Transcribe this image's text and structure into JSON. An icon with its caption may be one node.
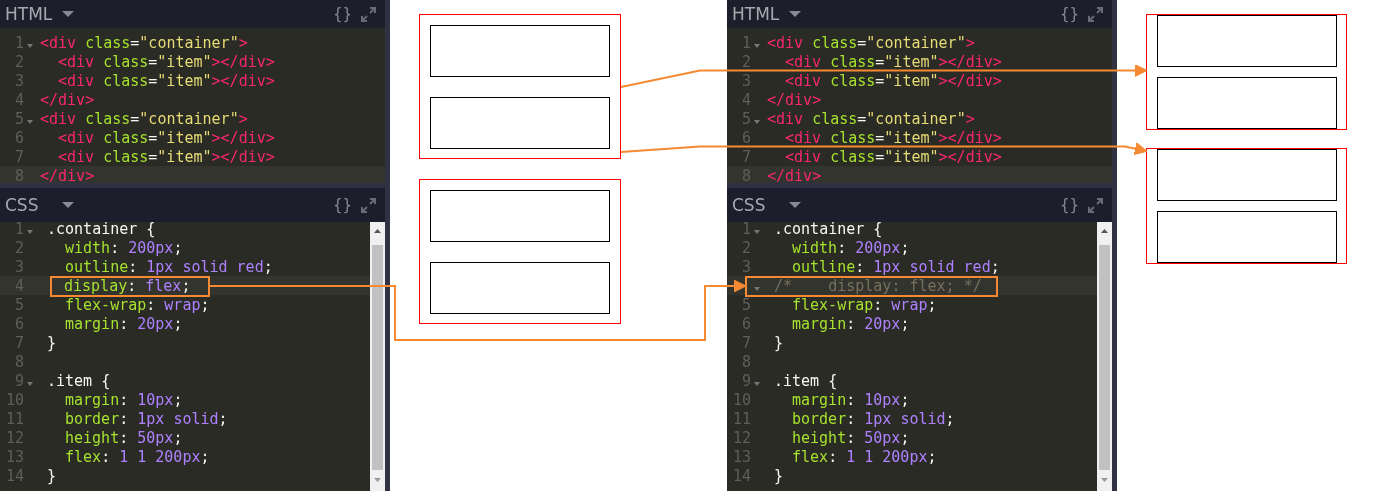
{
  "diagram": {
    "nodes": [
      {
        "text": [
          "display: flex;"
        ]
      },
      {
        "text": [],
        "shape": "box"
      },
      {
        "text": [],
        "shape": "box",
        "in": 1
      },
      {
        "text": [],
        "shape": "box",
        "in": 1
      },
      {
        "text": [],
        "shape": "box"
      },
      {
        "text": [],
        "shape": "box",
        "in": 4
      },
      {
        "text": [],
        "shape": "box",
        "in": 4
      },
      {
        "text": [
          "/*    display: flex; */"
        ]
      },
      {
        "text": [],
        "shape": "box"
      },
      {
        "text": [],
        "shape": "box",
        "in": 8
      },
      {
        "text": [],
        "shape": "box",
        "in": 8
      },
      {
        "text": [],
        "shape": "box"
      },
      {
        "text": [],
        "shape": "box",
        "in": 11
      },
      {
        "text": [],
        "shape": "box",
        "in": 11
      }
    ],
    "edges": [
      {
        "from": 0,
        "to": 7,
        "arrow": "to"
      },
      {
        "from": 1,
        "to": 8,
        "arrow": "to"
      },
      {
        "from": 1,
        "to": 11,
        "arrow": "to"
      }
    ],
    "labels": [
      "HTML",
      "{}",
      "1",
      "<div class=\"container\">",
      "2",
      "<div class=\"item\"></div>",
      "3",
      "<div class=\"item\"></div>",
      "4",
      "</div>",
      "5",
      "<div class=\"container\">",
      "6",
      "<div class=\"item\"></div>",
      "7",
      "<div class=\"item\"></div>",
      "8",
      "</div>",
      "CSS",
      "{}",
      "1",
      ".container {",
      "2",
      "width: 200px;",
      "3",
      "outline: 1px solid red;",
      "4",
      "5",
      "flex-wrap: wrap;",
      "6",
      "margin: 20px;",
      "7",
      "}",
      "8",
      "9",
      ".item {",
      "10",
      "margin: 10px;",
      "11",
      "border: 1px solid;",
      "12",
      "height: 50px;",
      "13",
      "flex: 1 1 200px;",
      "14",
      "}",
      "HTML",
      "{}",
      "1",
      "<div class=\"container\">",
      "2",
      "<div class=\"item\"></div>",
      "3",
      "<div class=\"item\"></div>",
      "4",
      "</div>",
      "5",
      "<div class=\"container\">",
      "6",
      "<div class=\"item\"></div>",
      "7",
      "<div class=\"item\"></div>",
      "8",
      "</div>",
      "CSS",
      "{}",
      "1",
      ".container {",
      "2",
      "width: 200px;",
      "3",
      "outline: 1px solid red;",
      "5",
      "flex-wrap: wrap;",
      "6",
      "margin: 20px;",
      "7",
      "}",
      "8",
      "9",
      ".item {",
      "10",
      "margin: 10px;",
      "11",
      "border: 1px solid;",
      "12",
      "height: 50px;",
      "13",
      "flex: 1 1 200px;",
      "14",
      "}"
    ]
  }
}
